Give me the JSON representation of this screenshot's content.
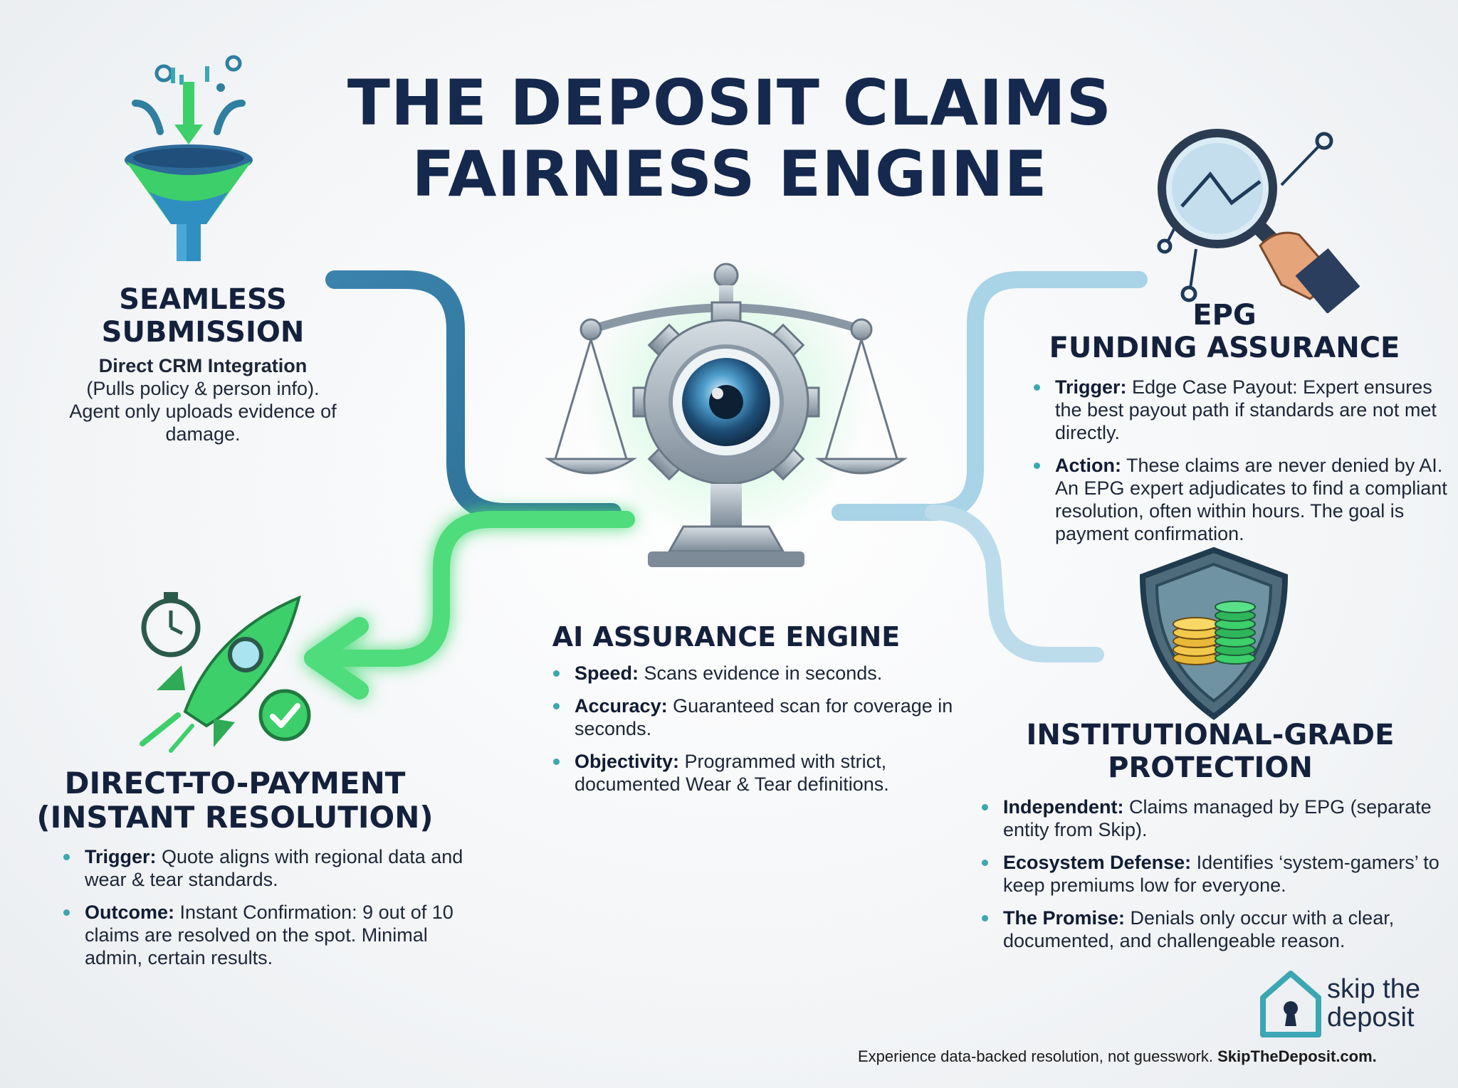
{
  "title": {
    "line1": "THE DEPOSIT CLAIMS",
    "line2": "FAIRNESS ENGINE"
  },
  "seamless": {
    "title1": "SEAMLESS",
    "title2": "SUBMISSION",
    "subtitle": "Direct CRM Integration",
    "body": "(Pulls policy & person info). Agent only uploads evidence of damage."
  },
  "engine": {
    "title": "AI ASSURANCE ENGINE",
    "items": [
      {
        "label": "Speed:",
        "text": " Scans evidence in seconds."
      },
      {
        "label": "Accuracy:",
        "text": " Guaranteed scan for coverage in seconds."
      },
      {
        "label": "Objectivity:",
        "text": " Programmed with strict, documented Wear & Tear definitions."
      }
    ]
  },
  "epg": {
    "title1": "EPG",
    "title2": "FUNDING ASSURANCE",
    "items": [
      {
        "label": "Trigger:",
        "text": " Edge Case Payout: Expert ensures the best payout path if standards are not met directly."
      },
      {
        "label": "Action:",
        "text": " These claims are never denied by AI. An EPG expert adjudicates to find a compliant resolution, often within hours. The goal is payment confirmation."
      }
    ]
  },
  "direct": {
    "title1": "DIRECT-TO-PAYMENT",
    "title2": "(INSTANT RESOLUTION)",
    "items": [
      {
        "label": "Trigger:",
        "text": " Quote aligns with regional data and wear & tear standards."
      },
      {
        "label": "Outcome:",
        "text": " Instant Confirmation: 9 out of 10 claims are resolved on the spot. Minimal admin, certain results."
      }
    ]
  },
  "institutional": {
    "title1": "INSTITUTIONAL-GRADE",
    "title2": "PROTECTION",
    "items": [
      {
        "label": "Independent:",
        "text": " Claims managed by EPG (separate entity from Skip)."
      },
      {
        "label": "Ecosystem Defense:",
        "text": " Identifies ‘system-gamers’ to keep premiums low for everyone."
      },
      {
        "label": "The Promise:",
        "text": " Denials only occur with a clear, documented, and challengeable reason."
      }
    ]
  },
  "logo": {
    "line1": "skip the",
    "line2": "deposit"
  },
  "footer": {
    "text": "Experience data-backed resolution, not guesswork. ",
    "link": "SkipTheDeposit.com."
  },
  "icons": {
    "funnel": "funnel-icon",
    "magnifier": "magnifier-hand-icon",
    "scale": "scale-gear-eye-icon",
    "rocket": "rocket-stopwatch-check-icon",
    "shield": "shield-coins-icon",
    "house": "house-keyhole-icon"
  },
  "colors": {
    "navy": "#15284d",
    "teal_blue": "#3a7fa6",
    "green": "#3ccf6a",
    "light_blue": "#a9d3e6",
    "bullet": "#3aa7b3"
  }
}
